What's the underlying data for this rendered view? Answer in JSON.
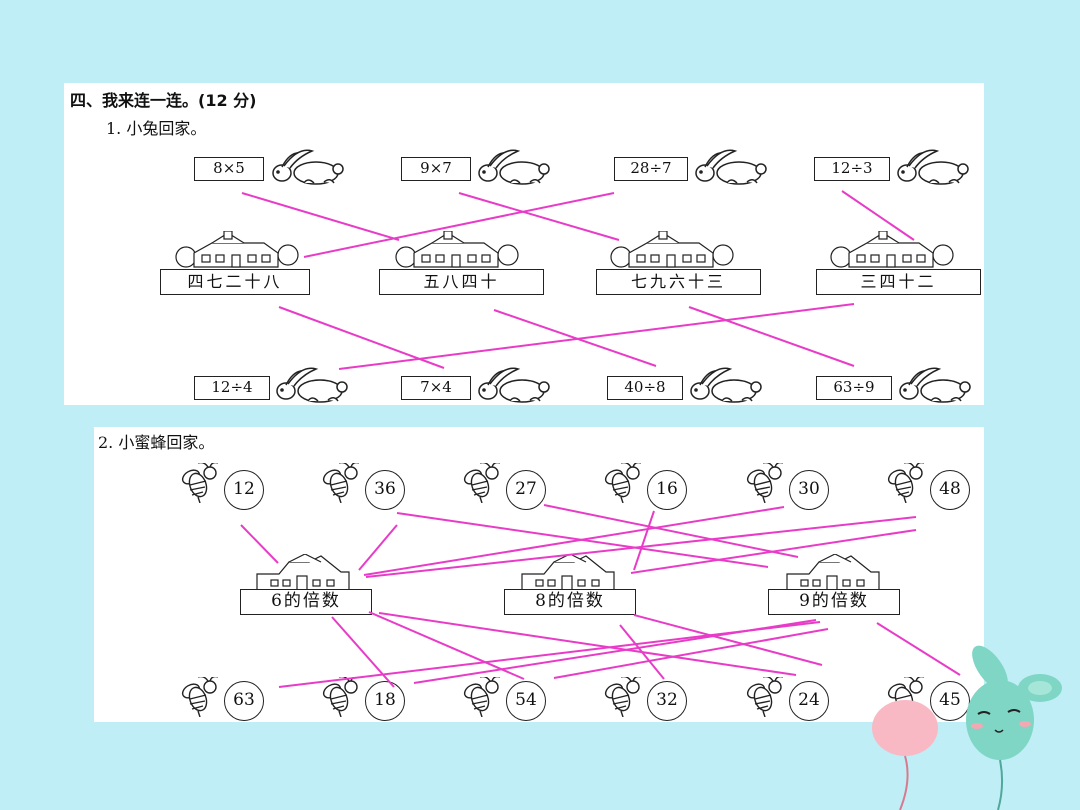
{
  "section_heading": "四、我来连一连。(12 分)",
  "q1": {
    "title": "1. 小兔回家。",
    "top_rabbits": [
      "8×5",
      "9×7",
      "28÷7",
      "12÷3"
    ],
    "houses": [
      "四七二十八",
      "五八四十",
      "七九六十三",
      "三四十二"
    ],
    "bottom_rabbits": [
      "12÷4",
      "7×4",
      "40÷8",
      "63÷9"
    ]
  },
  "q2": {
    "title": "2. 小蜜蜂回家。",
    "top_bees": [
      "12",
      "36",
      "27",
      "16",
      "30",
      "48"
    ],
    "houses": [
      "6的倍数",
      "8的倍数",
      "9的倍数"
    ],
    "bottom_bees": [
      "63",
      "18",
      "54",
      "32",
      "24",
      "45"
    ]
  },
  "colors": {
    "background": "#bfeef6",
    "connector_lines": "#e83cc8",
    "ink": "#222222"
  }
}
